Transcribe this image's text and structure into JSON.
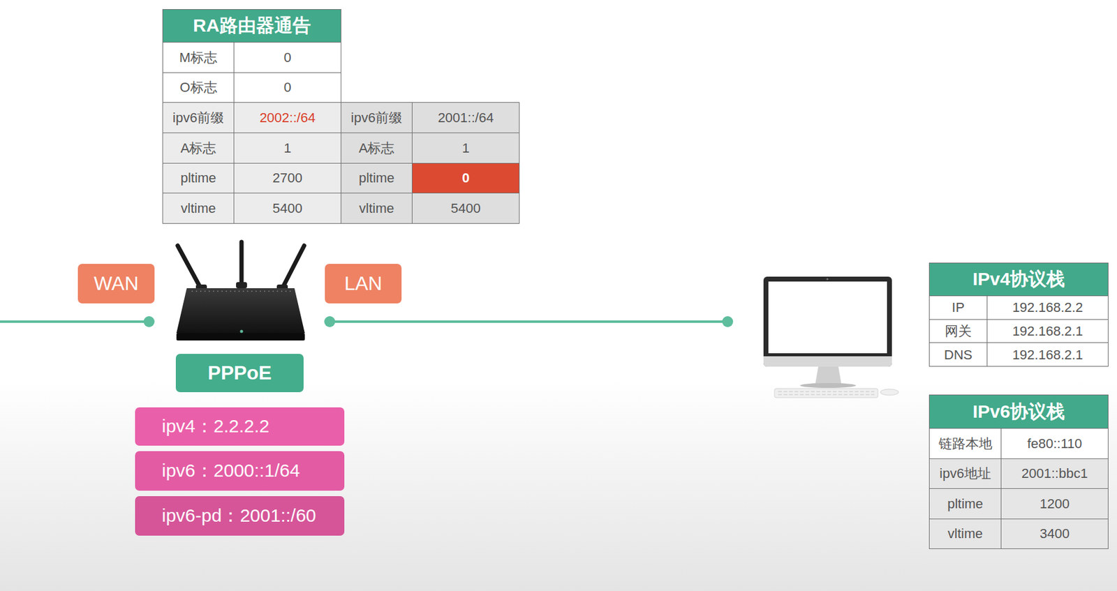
{
  "diagram": {
    "nodes": [
      {
        "text": [
          "RA路由器通告"
        ]
      },
      {
        "text": [
          "WAN"
        ]
      },
      {
        "text": [
          "LAN"
        ]
      },
      {
        "text": [
          "PPPoE"
        ]
      },
      {
        "text": [
          "ipv4：2.2.2.2"
        ]
      },
      {
        "text": [
          "ipv6：2000::1/64"
        ]
      },
      {
        "text": [
          "ipv6-pd：2001::/60"
        ]
      },
      {
        "text": [
          "IPv4协议栈"
        ]
      },
      {
        "text": [
          "IPv6协议栈"
        ]
      }
    ],
    "labels": [
      "M标志",
      "0",
      "O标志",
      "0",
      "ipv6前缀",
      "2002::/64",
      "ipv6前缀",
      "2001::/64",
      "A标志",
      "1",
      "A标志",
      "1",
      "pltime",
      "2700",
      "pltime",
      "0",
      "vltime",
      "5400",
      "vltime",
      "5400",
      "IP",
      "192.168.2.2",
      "网关",
      "192.168.2.1",
      "DNS",
      "192.168.2.1",
      "链路本地",
      "fe80::110",
      "ipv6地址",
      "2001::bbc1",
      "pltime",
      "1200",
      "vltime",
      "3400"
    ]
  }
}
